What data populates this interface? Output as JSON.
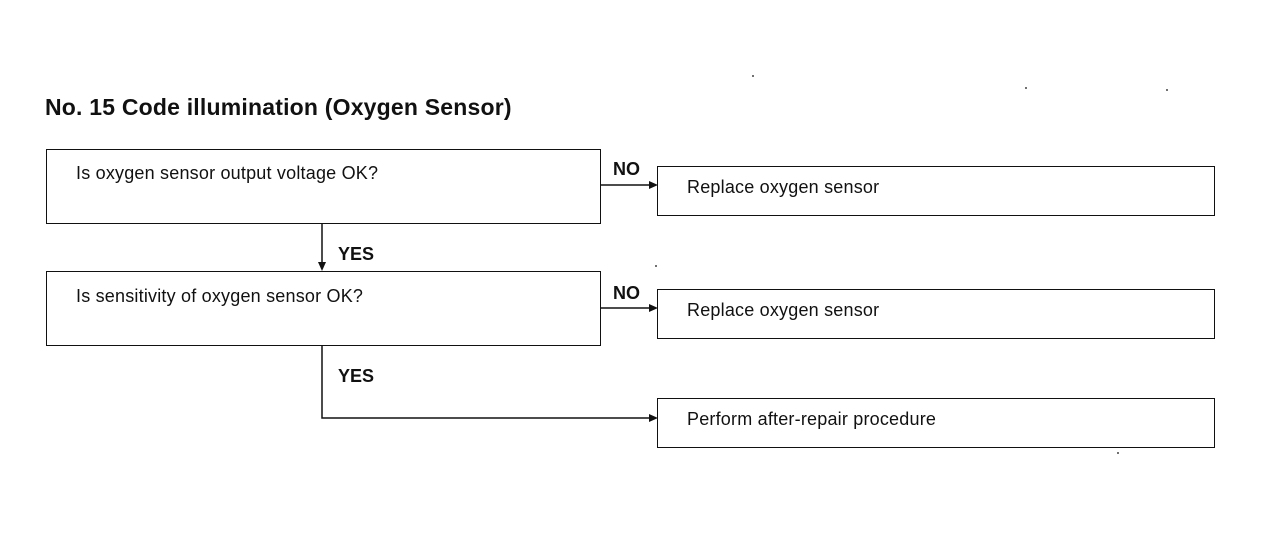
{
  "title": "No. 15 Code illumination (Oxygen Sensor)",
  "decisions": [
    {
      "question": "Is oxygen sensor output voltage OK?"
    },
    {
      "question": "Is sensitivity of oxygen sensor OK?"
    }
  ],
  "actions": [
    {
      "text": "Replace oxygen sensor"
    },
    {
      "text": "Replace oxygen sensor"
    },
    {
      "text": "Perform after-repair procedure"
    }
  ],
  "branch_labels": {
    "no_1": "NO",
    "no_2": "NO",
    "yes_1": "YES",
    "yes_2": "YES"
  }
}
